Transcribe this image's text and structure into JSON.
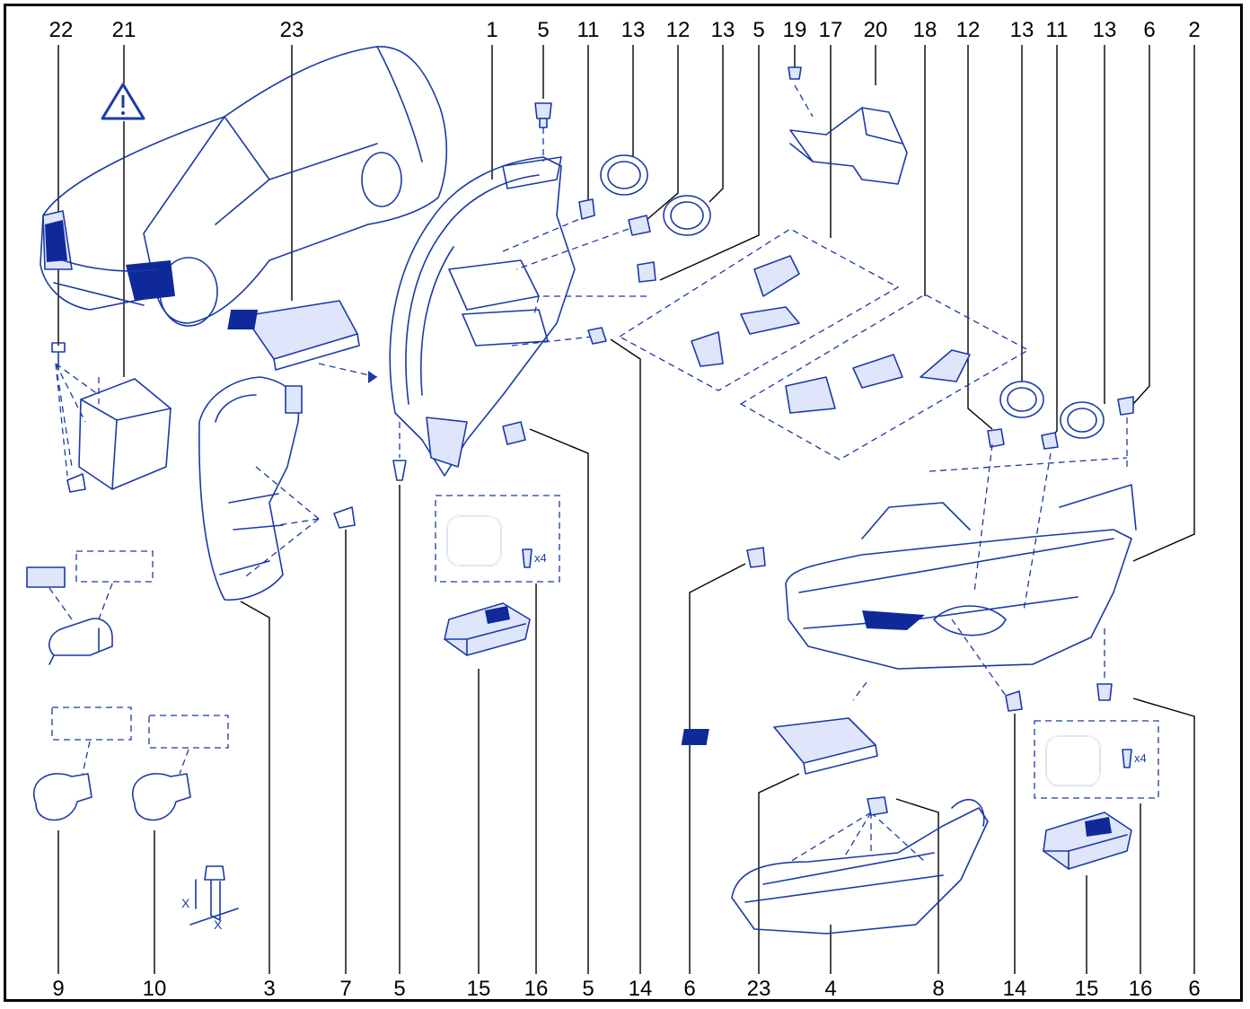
{
  "callouts_top": [
    "22",
    "21",
    "23",
    "1",
    "5",
    "11",
    "13",
    "12",
    "13",
    "5",
    "19",
    "17",
    "20",
    "18",
    "12",
    "13",
    "11",
    "13",
    "6",
    "2"
  ],
  "callouts_bottom": [
    "9",
    "10",
    "3",
    "7",
    "5",
    "15",
    "16",
    "5",
    "14",
    "6",
    "23",
    "4",
    "8",
    "14",
    "15",
    "16",
    "6"
  ],
  "kit_left": {
    "qty": "x4"
  },
  "kit_right": {
    "qty": "x4"
  },
  "dimension": {
    "x1": "X",
    "x2": "X"
  },
  "colors": {
    "line_art": "#1a3aa6",
    "dark_fill": "#0f2a98",
    "text": "#000000"
  },
  "icons": [
    "warning-triangle-icon"
  ]
}
